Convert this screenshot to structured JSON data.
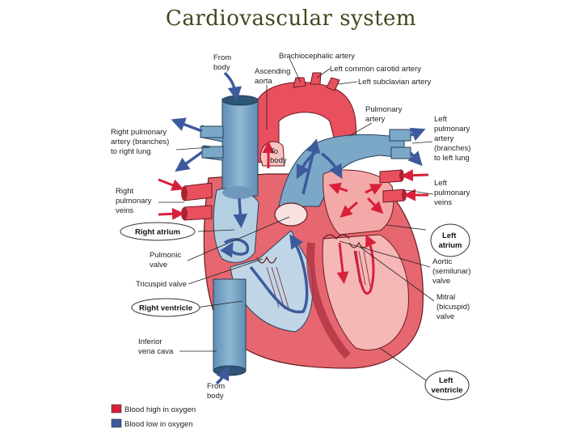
{
  "title": "Cardiovascular system",
  "labels": {
    "from_body_top": [
      "From",
      "body"
    ],
    "ascending_aorta": [
      "Ascending",
      "aorta"
    ],
    "brachiocephalic_artery": "Brachiocephalic artery",
    "left_common_carotid_artery": "Left common carotid artery",
    "left_subclavian_artery": "Left subclavian artery",
    "pulmonary_artery": [
      "Pulmonary",
      "artery"
    ],
    "right_pulmonary_artery": [
      "Right pulmonary",
      "artery (branches)",
      "to right lung"
    ],
    "to_body": [
      "To",
      "body"
    ],
    "left_pulmonary_artery": [
      "Left",
      "pulmonary",
      "artery",
      "(branches)",
      "to left lung"
    ],
    "right_pulmonary_veins": [
      "Right",
      "pulmonary",
      "veins"
    ],
    "left_pulmonary_veins": [
      "Left",
      "pulmonary",
      "veins"
    ],
    "right_atrium": "Right atrium",
    "left_atrium": [
      "Left",
      "atrium"
    ],
    "pulmonic_valve": [
      "Pulmonic",
      "valve"
    ],
    "aortic_valve": [
      "Aortic",
      "(semilunar)",
      "valve"
    ],
    "tricuspid_valve": "Tricuspid valve",
    "mitral_valve": [
      "Mitral",
      "(bicuspid)",
      "valve"
    ],
    "right_ventricle": "Right ventricle",
    "inferior_vena_cava": [
      "Inferior",
      "vena cava"
    ],
    "left_ventricle": [
      "Left",
      "ventricle"
    ],
    "from_body_bottom": [
      "From",
      "body"
    ]
  },
  "legend": [
    {
      "label": "Blood high in oxygen",
      "color": "#d8203a"
    },
    {
      "label": "Blood low in oxygen",
      "color": "#3d5a9c"
    }
  ],
  "colors": {
    "oxygen_rich": "#e8505e",
    "oxygen_rich_light": "#f4a9a9",
    "oxygen_poor": "#6f9fc0",
    "oxygen_poor_light": "#a8c8dc",
    "arrow_red": "#d8203a",
    "arrow_blue": "#3d5a9c"
  }
}
